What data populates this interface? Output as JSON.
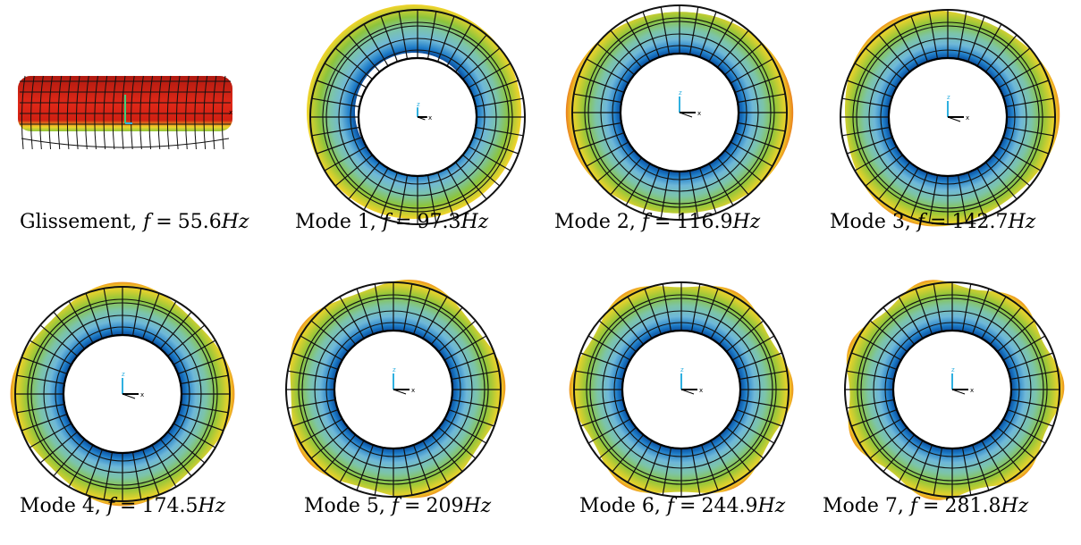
{
  "panels": [
    {
      "prefix": "Glissement, ",
      "var": "f",
      "value": "55.6",
      "unit": "Hz",
      "mode": 0
    },
    {
      "prefix": "Mode 1, ",
      "var": "f",
      "value": "97.3",
      "unit": "Hz",
      "mode": 1
    },
    {
      "prefix": "Mode 2, ",
      "var": "f",
      "value": "116.9",
      "unit": "Hz",
      "mode": 2
    },
    {
      "prefix": "Mode 3, ",
      "var": "f",
      "value": "142.7",
      "unit": "Hz",
      "mode": 3
    },
    {
      "prefix": "Mode 4, ",
      "var": "f",
      "value": "174.5",
      "unit": "Hz",
      "mode": 4
    },
    {
      "prefix": "Mode 5, ",
      "var": "f",
      "value": "209",
      "unit": "Hz",
      "mode": 5
    },
    {
      "prefix": "Mode 6, ",
      "var": "f",
      "value": "244.9",
      "unit": "Hz",
      "mode": 6
    },
    {
      "prefix": "Mode 7, ",
      "var": "f",
      "value": "281.8",
      "unit": "Hz",
      "mode": 7
    }
  ],
  "axis_labels": {
    "x": "x",
    "z": "z"
  },
  "colors": {
    "outer": "#c62818",
    "orange": "#e8741c",
    "yellow": "#f2d42a",
    "green": "#8cc43c",
    "teal": "#7cc4a8",
    "blue": "#1e7cc8",
    "mesh": "#111111",
    "axis_cyan": "#2fb0e0"
  }
}
